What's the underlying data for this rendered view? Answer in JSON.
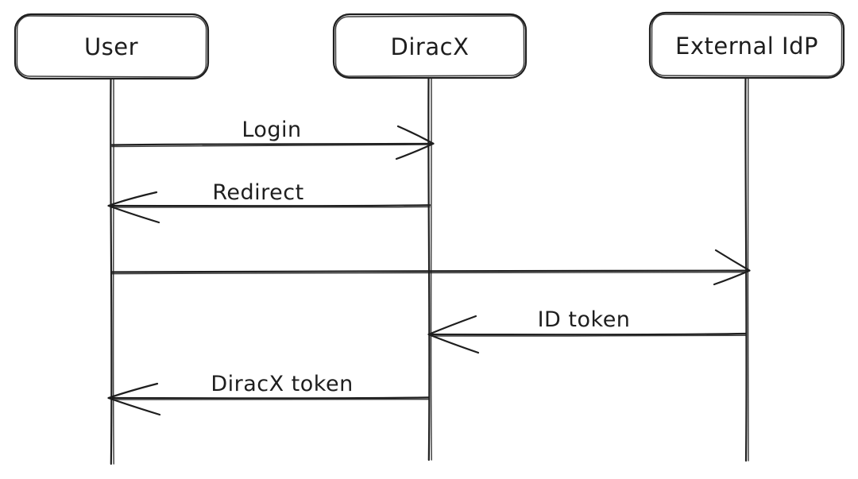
{
  "diagram": {
    "type": "sequence",
    "style": "hand-drawn",
    "ink_color": "#1e1e1e",
    "background": "#ffffff",
    "actors": [
      {
        "id": "user",
        "label": "User"
      },
      {
        "id": "diracx",
        "label": "DiracX"
      },
      {
        "id": "external-idp",
        "label": "External IdP"
      }
    ],
    "messages": [
      {
        "from": "User",
        "to": "DiracX",
        "label": "Login",
        "direction": "right"
      },
      {
        "from": "DiracX",
        "to": "User",
        "label": "Redirect",
        "direction": "left"
      },
      {
        "from": "User",
        "to": "External IdP",
        "label": "",
        "direction": "right"
      },
      {
        "from": "External IdP",
        "to": "DiracX",
        "label": "ID token",
        "direction": "left"
      },
      {
        "from": "DiracX",
        "to": "User",
        "label": "DiracX token",
        "direction": "left"
      }
    ]
  }
}
